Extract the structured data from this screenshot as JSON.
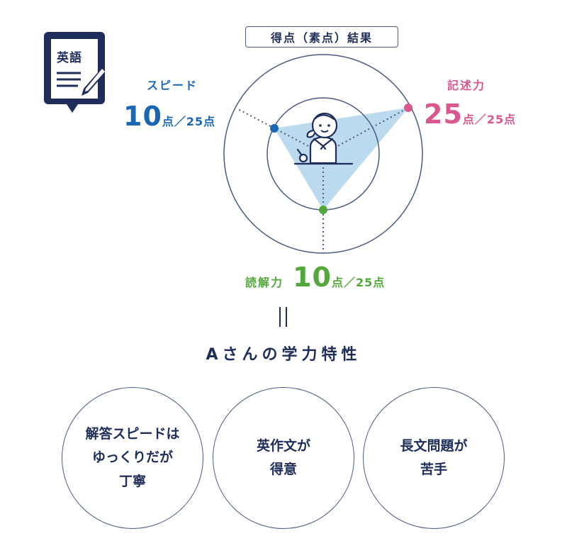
{
  "header": {
    "title": "得点（素点）結果",
    "subject_badge": {
      "label": "英語",
      "icon": "document-pen-icon"
    }
  },
  "chart_data": {
    "type": "radar",
    "title": "得点（素点）結果",
    "max": 25,
    "axes": [
      {
        "name": "スピード",
        "value": 10,
        "max": 25,
        "color": "#1a68b3"
      },
      {
        "name": "記述力",
        "value": 25,
        "max": 25,
        "color": "#d8588f"
      },
      {
        "name": "読解力",
        "value": 10,
        "max": 25,
        "color": "#52a83a"
      }
    ],
    "fill_color": "#b7d8ec",
    "ring_color": "#4a5a82",
    "center_icon": "student-at-desk-icon"
  },
  "scores": {
    "speed": {
      "label": "スピード",
      "score": "10",
      "suffix": "点／25点"
    },
    "writing": {
      "label": "記述力",
      "score": "25",
      "suffix": "点／25点"
    },
    "reading": {
      "label": "読解力",
      "score": "10",
      "suffix": "点／25点"
    }
  },
  "result": {
    "heading": "Aさんの学力特性",
    "traits": [
      {
        "lines": [
          "解答スピードは",
          "ゆっくりだが",
          "丁寧"
        ]
      },
      {
        "lines": [
          "英作文が",
          "得意"
        ]
      },
      {
        "lines": [
          "長文問題が",
          "苦手"
        ]
      }
    ]
  },
  "colors": {
    "navy": "#1e2d5a",
    "speed": "#1a68b3",
    "writing": "#d8588f",
    "reading": "#52a83a",
    "fill": "#b7d8ec"
  }
}
